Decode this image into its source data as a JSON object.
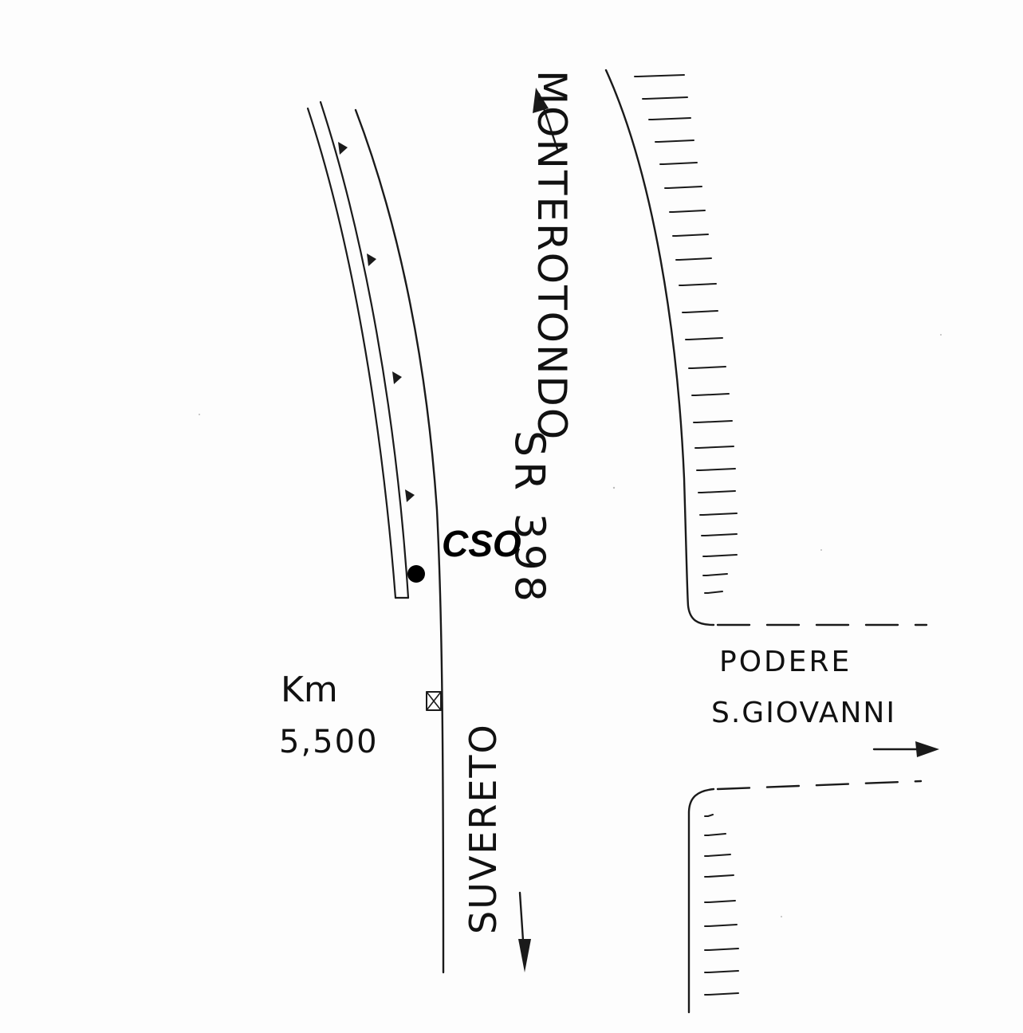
{
  "labels": {
    "north_direction": "MONTEROTONDO",
    "road_name": "SR 398",
    "site_marker": "CSO",
    "km_label": "Km",
    "km_value": "5,500",
    "farm_line1": "PODERE",
    "farm_line2": "S.GIOVANNI",
    "south_direction": "SUVERETO"
  },
  "icons": {
    "site": "filled-circle-marker",
    "km_post": "boxed-x-marker",
    "north_arrow": "arrow-up-icon",
    "east_arrow": "arrow-right-icon",
    "south_arrow": "arrow-down-icon"
  },
  "colors": {
    "ink": "#1a1a1a",
    "paper": "#fdfdfd"
  }
}
